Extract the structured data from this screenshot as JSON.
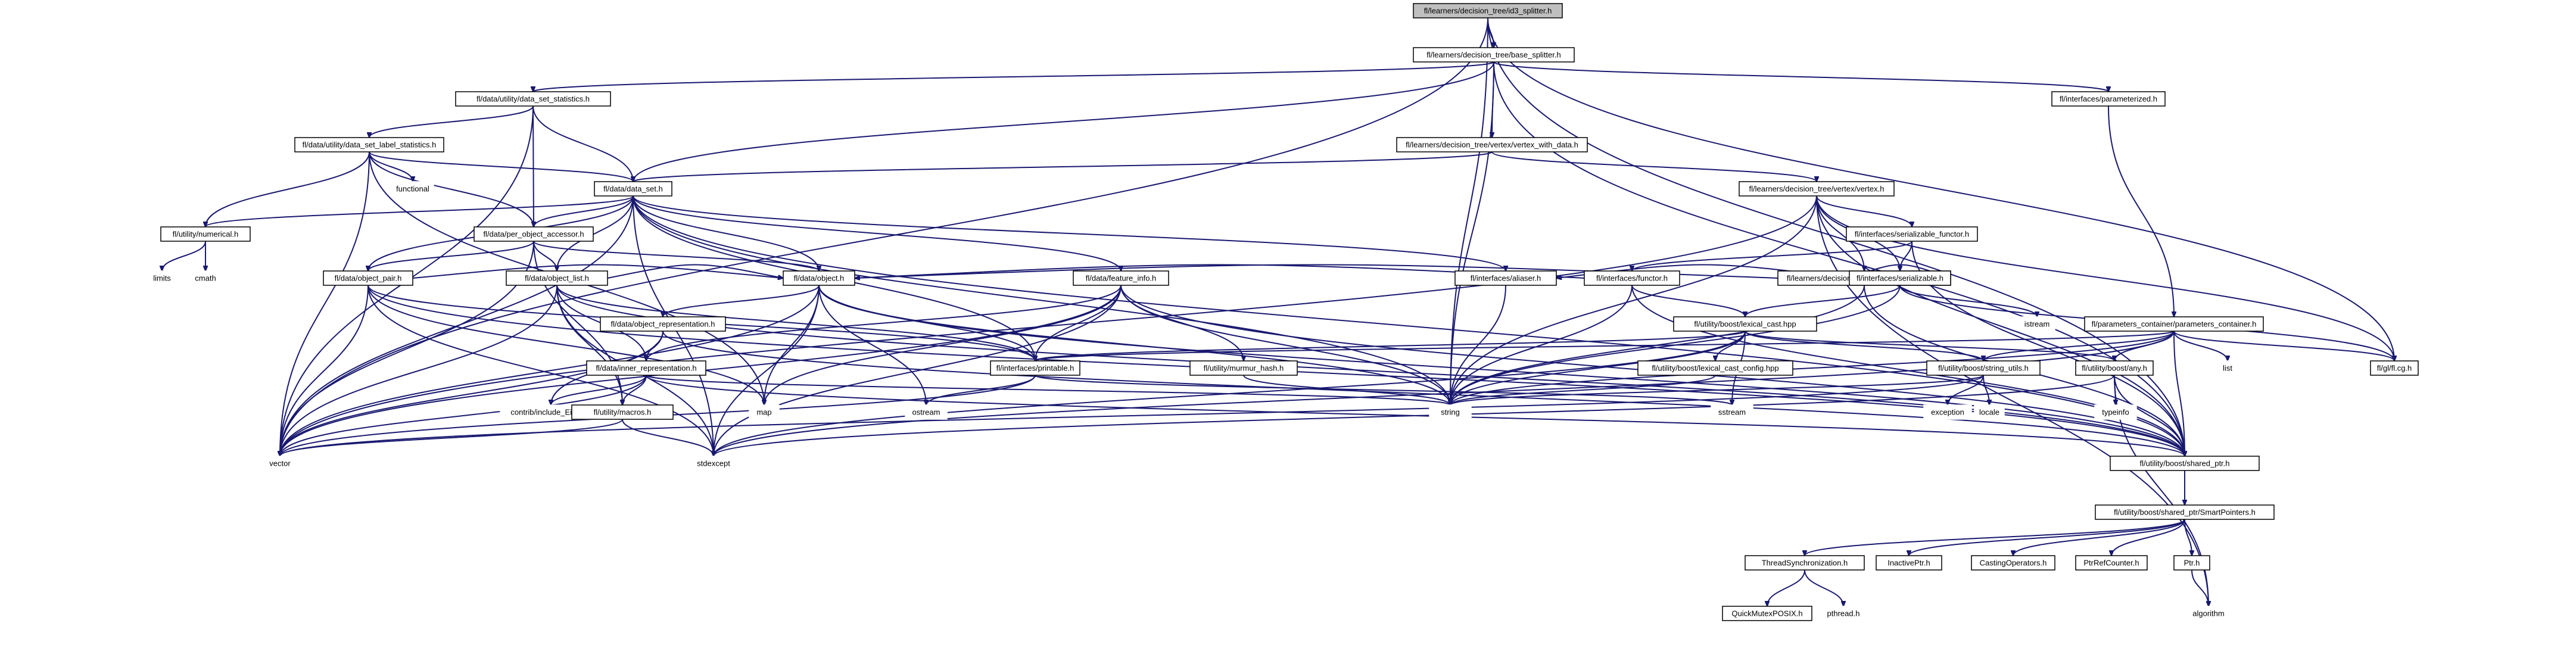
{
  "diagram": {
    "title": "",
    "colors": {
      "edge": "#191970",
      "root_fill": "#bfbfbf",
      "node_fill": "#ffffff",
      "node_border": "#000000"
    },
    "nodes": [
      {
        "id": "n0",
        "label": "fl/learners/decision_tree/id3_splitter.h",
        "kind": "root"
      },
      {
        "id": "n1",
        "label": "fl/learners/decision_tree/base_splitter.h",
        "kind": "file"
      },
      {
        "id": "n2",
        "label": "fl/data/utility/data_set_statistics.h",
        "kind": "file"
      },
      {
        "id": "n3",
        "label": "fl/interfaces/parameterized.h",
        "kind": "file"
      },
      {
        "id": "n4",
        "label": "fl/data/utility/data_set_label_statistics.h",
        "kind": "file"
      },
      {
        "id": "n5",
        "label": "fl/learners/decision_tree/vertex/vertex_with_data.h",
        "kind": "file"
      },
      {
        "id": "n6",
        "label": "functional",
        "kind": "system"
      },
      {
        "id": "n7",
        "label": "fl/data/data_set.h",
        "kind": "file"
      },
      {
        "id": "n8",
        "label": "fl/learners/decision_tree/vertex/vertex.h",
        "kind": "file"
      },
      {
        "id": "n9",
        "label": "fl/utility/numerical.h",
        "kind": "file"
      },
      {
        "id": "n10",
        "label": "fl/data/per_object_accessor.h",
        "kind": "file"
      },
      {
        "id": "n11",
        "label": "fl/interfaces/serializable_functor.h",
        "kind": "file"
      },
      {
        "id": "n12",
        "label": "limits",
        "kind": "system"
      },
      {
        "id": "n13",
        "label": "cmath",
        "kind": "system"
      },
      {
        "id": "n14",
        "label": "fl/data/object_pair.h",
        "kind": "file"
      },
      {
        "id": "n15",
        "label": "fl/data/object_list.h",
        "kind": "file"
      },
      {
        "id": "n16",
        "label": "fl/interfaces/functor.h",
        "kind": "file"
      },
      {
        "id": "n17",
        "label": "fl/learners/decision_tree/condition/condition.h",
        "kind": "file"
      },
      {
        "id": "n18",
        "label": "fl/data/object.h",
        "kind": "file"
      },
      {
        "id": "n19",
        "label": "fl/interfaces/serializable.h",
        "kind": "file"
      },
      {
        "id": "n20",
        "label": "fl/data/object_representation.h",
        "kind": "file"
      },
      {
        "id": "n21",
        "label": "fl/data/feature_info.h",
        "kind": "file"
      },
      {
        "id": "n22",
        "label": "fl/interfaces/aliaser.h",
        "kind": "file"
      },
      {
        "id": "n23",
        "label": "fl/utility/boost/lexical_cast.hpp",
        "kind": "file"
      },
      {
        "id": "n24",
        "label": "istream",
        "kind": "system"
      },
      {
        "id": "n25",
        "label": "fl/parameters_container/parameters_container.h",
        "kind": "file"
      },
      {
        "id": "n26",
        "label": "fl/data/inner_representation.h",
        "kind": "file"
      },
      {
        "id": "n27",
        "label": "fl/utility/murmur_hash.h",
        "kind": "file"
      },
      {
        "id": "n28",
        "label": "fl/interfaces/printable.h",
        "kind": "file"
      },
      {
        "id": "n29",
        "label": "fl/utility/boost/lexical_cast_config.hpp",
        "kind": "file"
      },
      {
        "id": "n30",
        "label": "fl/utility/boost/string_utils.h",
        "kind": "file"
      },
      {
        "id": "n31",
        "label": "fl/utility/boost/any.h",
        "kind": "file"
      },
      {
        "id": "n32",
        "label": "list",
        "kind": "system"
      },
      {
        "id": "n33",
        "label": "fl/gl/fl.cg.h",
        "kind": "file"
      },
      {
        "id": "n34",
        "label": "contrib/include_Eigen.h",
        "kind": "system"
      },
      {
        "id": "n35",
        "label": "fl/utility/macros.h",
        "kind": "file"
      },
      {
        "id": "n36",
        "label": "map",
        "kind": "system"
      },
      {
        "id": "n37",
        "label": "ostream",
        "kind": "system"
      },
      {
        "id": "n38",
        "label": "string",
        "kind": "system"
      },
      {
        "id": "n39",
        "label": "sstream",
        "kind": "system"
      },
      {
        "id": "n40",
        "label": "exception",
        "kind": "system"
      },
      {
        "id": "n41",
        "label": "locale",
        "kind": "system"
      },
      {
        "id": "n42",
        "label": "typeinfo",
        "kind": "system"
      },
      {
        "id": "n43",
        "label": "vector",
        "kind": "system"
      },
      {
        "id": "n44",
        "label": "stdexcept",
        "kind": "system"
      },
      {
        "id": "n45",
        "label": "fl/utility/boost/shared_ptr.h",
        "kind": "file"
      },
      {
        "id": "n46",
        "label": "fl/utility/boost/shared_ptr/SmartPointers.h",
        "kind": "file"
      },
      {
        "id": "n47",
        "label": "ThreadSynchronization.h",
        "kind": "file"
      },
      {
        "id": "n48",
        "label": "InactivePtr.h",
        "kind": "file"
      },
      {
        "id": "n49",
        "label": "CastingOperators.h",
        "kind": "file"
      },
      {
        "id": "n50",
        "label": "PtrRefCounter.h",
        "kind": "file"
      },
      {
        "id": "n51",
        "label": "Ptr.h",
        "kind": "file"
      },
      {
        "id": "n52",
        "label": "QuickMutexPOSIX.h",
        "kind": "file"
      },
      {
        "id": "n53",
        "label": "pthread.h",
        "kind": "system"
      },
      {
        "id": "n54",
        "label": "algorithm",
        "kind": "system"
      }
    ],
    "edges": [
      [
        "n0",
        "n1"
      ],
      [
        "n0",
        "n43"
      ],
      [
        "n0",
        "n38"
      ],
      [
        "n0",
        "n45"
      ],
      [
        "n0",
        "n33"
      ],
      [
        "n1",
        "n2"
      ],
      [
        "n1",
        "n3"
      ],
      [
        "n1",
        "n5"
      ],
      [
        "n1",
        "n7"
      ],
      [
        "n1",
        "n38"
      ],
      [
        "n1",
        "n45"
      ],
      [
        "n2",
        "n4"
      ],
      [
        "n2",
        "n7"
      ],
      [
        "n2",
        "n10"
      ],
      [
        "n2",
        "n43"
      ],
      [
        "n3",
        "n25"
      ],
      [
        "n4",
        "n6"
      ],
      [
        "n4",
        "n7"
      ],
      [
        "n4",
        "n9"
      ],
      [
        "n4",
        "n10"
      ],
      [
        "n4",
        "n43"
      ],
      [
        "n4",
        "n36"
      ],
      [
        "n5",
        "n7"
      ],
      [
        "n5",
        "n8"
      ],
      [
        "n7",
        "n9"
      ],
      [
        "n7",
        "n10"
      ],
      [
        "n7",
        "n14"
      ],
      [
        "n7",
        "n15"
      ],
      [
        "n7",
        "n18"
      ],
      [
        "n7",
        "n21"
      ],
      [
        "n7",
        "n22"
      ],
      [
        "n7",
        "n43"
      ],
      [
        "n7",
        "n44"
      ],
      [
        "n7",
        "n45"
      ],
      [
        "n7",
        "n38"
      ],
      [
        "n7",
        "n28"
      ],
      [
        "n8",
        "n11"
      ],
      [
        "n8",
        "n17"
      ],
      [
        "n8",
        "n19"
      ],
      [
        "n8",
        "n43"
      ],
      [
        "n8",
        "n38"
      ],
      [
        "n8",
        "n45"
      ],
      [
        "n8",
        "n54"
      ],
      [
        "n8",
        "n33"
      ],
      [
        "n9",
        "n12"
      ],
      [
        "n9",
        "n13"
      ],
      [
        "n10",
        "n14"
      ],
      [
        "n10",
        "n15"
      ],
      [
        "n10",
        "n18"
      ],
      [
        "n10",
        "n43"
      ],
      [
        "n10",
        "n35"
      ],
      [
        "n11",
        "n16"
      ],
      [
        "n11",
        "n19"
      ],
      [
        "n11",
        "n45"
      ],
      [
        "n14",
        "n18"
      ],
      [
        "n14",
        "n28"
      ],
      [
        "n14",
        "n43"
      ],
      [
        "n14",
        "n44"
      ],
      [
        "n14",
        "n45"
      ],
      [
        "n14",
        "n36"
      ],
      [
        "n15",
        "n18"
      ],
      [
        "n15",
        "n28"
      ],
      [
        "n15",
        "n26"
      ],
      [
        "n15",
        "n43"
      ],
      [
        "n15",
        "n44"
      ],
      [
        "n15",
        "n45"
      ],
      [
        "n15",
        "n35"
      ],
      [
        "n16",
        "n18"
      ],
      [
        "n16",
        "n23"
      ],
      [
        "n16",
        "n38"
      ],
      [
        "n16",
        "n45"
      ],
      [
        "n17",
        "n18"
      ],
      [
        "n17",
        "n19"
      ],
      [
        "n17",
        "n38"
      ],
      [
        "n17",
        "n45"
      ],
      [
        "n18",
        "n20"
      ],
      [
        "n18",
        "n28"
      ],
      [
        "n18",
        "n36"
      ],
      [
        "n18",
        "n37"
      ],
      [
        "n18",
        "n43"
      ],
      [
        "n18",
        "n44"
      ],
      [
        "n18",
        "n38"
      ],
      [
        "n18",
        "n45"
      ],
      [
        "n19",
        "n22"
      ],
      [
        "n19",
        "n23"
      ],
      [
        "n19",
        "n24"
      ],
      [
        "n19",
        "n33"
      ],
      [
        "n19",
        "n38"
      ],
      [
        "n20",
        "n26"
      ],
      [
        "n20",
        "n34"
      ],
      [
        "n20",
        "n43"
      ],
      [
        "n20",
        "n45"
      ],
      [
        "n21",
        "n27"
      ],
      [
        "n21",
        "n28"
      ],
      [
        "n21",
        "n26"
      ],
      [
        "n21",
        "n36"
      ],
      [
        "n21",
        "n38"
      ],
      [
        "n21",
        "n43"
      ],
      [
        "n21",
        "n44"
      ],
      [
        "n21",
        "n45"
      ],
      [
        "n22",
        "n38"
      ],
      [
        "n23",
        "n29"
      ],
      [
        "n23",
        "n30"
      ],
      [
        "n23",
        "n31"
      ],
      [
        "n23",
        "n28"
      ],
      [
        "n23",
        "n38"
      ],
      [
        "n23",
        "n39"
      ],
      [
        "n23",
        "n44"
      ],
      [
        "n25",
        "n28"
      ],
      [
        "n25",
        "n30"
      ],
      [
        "n25",
        "n31"
      ],
      [
        "n25",
        "n32"
      ],
      [
        "n25",
        "n38"
      ],
      [
        "n25",
        "n45"
      ],
      [
        "n25",
        "n33"
      ],
      [
        "n25",
        "n44"
      ],
      [
        "n26",
        "n34"
      ],
      [
        "n26",
        "n35"
      ],
      [
        "n26",
        "n43"
      ],
      [
        "n26",
        "n45"
      ],
      [
        "n26",
        "n38"
      ],
      [
        "n27",
        "n38"
      ],
      [
        "n28",
        "n37"
      ],
      [
        "n28",
        "n39"
      ],
      [
        "n28",
        "n43"
      ],
      [
        "n29",
        "n38"
      ],
      [
        "n30",
        "n38"
      ],
      [
        "n30",
        "n40"
      ],
      [
        "n30",
        "n41"
      ],
      [
        "n30",
        "n43"
      ],
      [
        "n31",
        "n42"
      ],
      [
        "n31",
        "n44"
      ],
      [
        "n31",
        "n45"
      ],
      [
        "n31",
        "n54"
      ],
      [
        "n35",
        "n44"
      ],
      [
        "n35",
        "n43"
      ],
      [
        "n45",
        "n46"
      ],
      [
        "n46",
        "n47"
      ],
      [
        "n46",
        "n48"
      ],
      [
        "n46",
        "n49"
      ],
      [
        "n46",
        "n50"
      ],
      [
        "n46",
        "n51"
      ],
      [
        "n47",
        "n52"
      ],
      [
        "n47",
        "n53"
      ],
      [
        "n51",
        "n54"
      ]
    ]
  }
}
